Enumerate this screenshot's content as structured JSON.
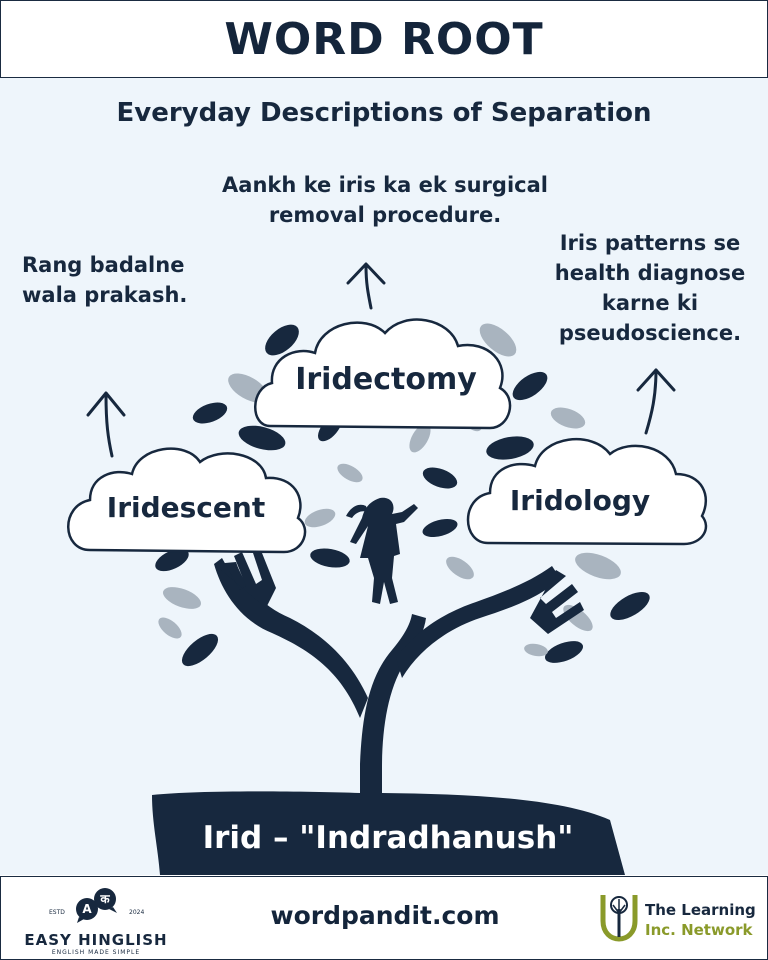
{
  "header": {
    "title": "WORD ROOT"
  },
  "subtitle": "Everyday Descriptions of Separation",
  "words": [
    {
      "word": "Iridectomy",
      "meaning": "Aankh ke iris ka ek surgical removal procedure."
    },
    {
      "word": "Iridescent",
      "meaning": "Rang badalne wala prakash."
    },
    {
      "word": "Iridology",
      "meaning": "Iris patterns se health diagnose karne ki pseudoscience."
    }
  ],
  "root": {
    "label": "Irid – \"Indradhanush\""
  },
  "footer": {
    "site": "wordpandit.com",
    "left_brand": {
      "name": "EASY HINGLISH",
      "tagline": "ENGLISH MADE SIMPLE",
      "estd": "ESTD",
      "year": "2024",
      "bubble_a": "A",
      "bubble_b": "क"
    },
    "right_brand": {
      "line1": "The Learning",
      "line2": "Inc. Network"
    }
  },
  "colors": {
    "navy": "#17283e",
    "background": "#eef5fb",
    "leaf_light": "#a9b4bf",
    "accent_green": "#8a9a2a"
  }
}
